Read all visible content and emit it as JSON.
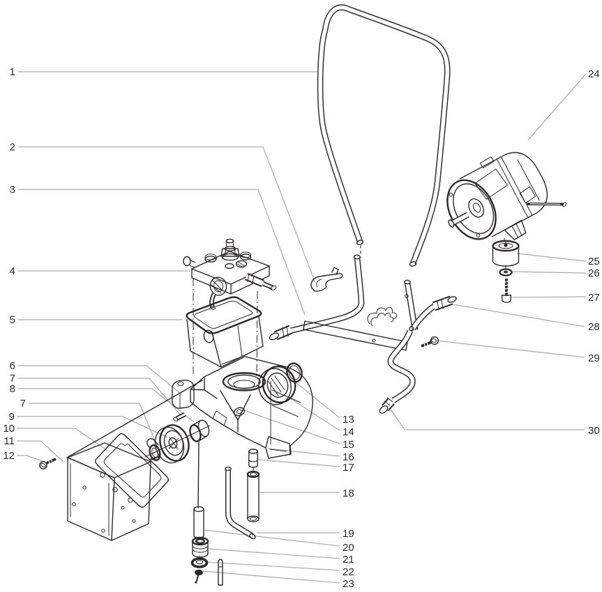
{
  "figure": {
    "type": "exploded-parts-diagram",
    "background_color": "#ffffff",
    "part_line_color": "#2c2829",
    "leader_line_color": "#aeaeae",
    "label_color": "#2b2b2b"
  },
  "callouts": [
    "1",
    "2",
    "3",
    "4",
    "5",
    "6",
    "7",
    "8",
    "7",
    "9",
    "10",
    "11",
    "12",
    "13",
    "14",
    "15",
    "16",
    "17",
    "18",
    "19",
    "20",
    "21",
    "22",
    "23",
    "24",
    "25",
    "26",
    "27",
    "28",
    "29",
    "30"
  ]
}
